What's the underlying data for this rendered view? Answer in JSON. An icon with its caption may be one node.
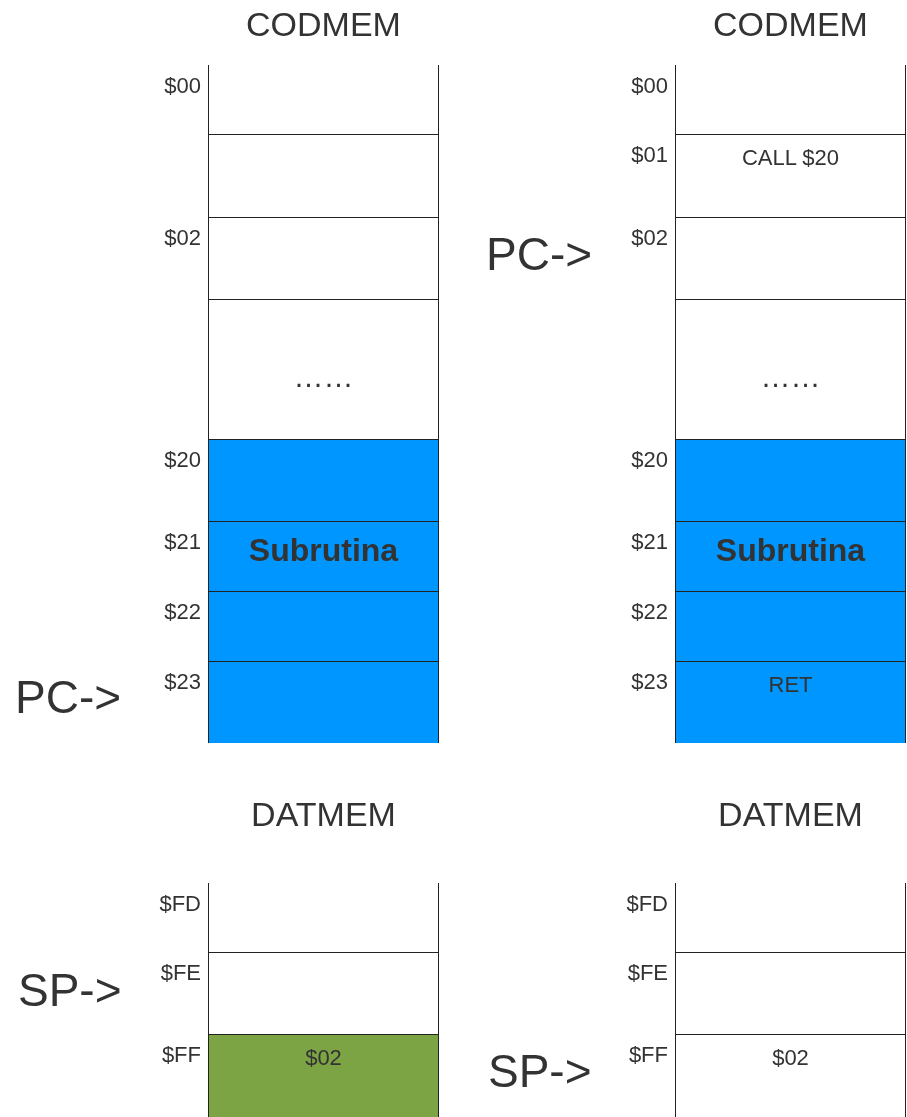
{
  "diagram": {
    "nodes": [
      {
        "text": [
          "CODMEM"
        ]
      },
      {
        "text": [],
        "shape": "box",
        "in": 0,
        "beside": [
          "$00"
        ]
      },
      {
        "text": [],
        "shape": "box",
        "in": 0
      },
      {
        "text": [],
        "shape": "box",
        "in": 0,
        "beside": [
          "$02"
        ]
      },
      {
        "text": [
          "……"
        ],
        "in": 0
      },
      {
        "text": [],
        "shape": "box",
        "in": 0,
        "beside": [
          "$20"
        ]
      },
      {
        "text": [
          "Subrutina"
        ],
        "in": 0,
        "beside": [
          "$21"
        ]
      },
      {
        "text": [],
        "shape": "box",
        "in": 0,
        "beside": [
          "$22"
        ]
      },
      {
        "text": [],
        "shape": "box",
        "in": 0,
        "beside": [
          "$23"
        ]
      },
      {
        "text": [
          "CODMEM"
        ]
      },
      {
        "text": [],
        "shape": "box",
        "in": 9,
        "beside": [
          "$00"
        ]
      },
      {
        "text": [
          "CALL  $20"
        ],
        "in": 9,
        "beside": [
          "$01"
        ]
      },
      {
        "text": [],
        "shape": "box",
        "in": 9,
        "beside": [
          "$02"
        ]
      },
      {
        "text": [
          "……"
        ],
        "in": 9
      },
      {
        "text": [],
        "shape": "box",
        "in": 9,
        "beside": [
          "$20"
        ]
      },
      {
        "text": [
          "Subrutina"
        ],
        "in": 9,
        "beside": [
          "$21"
        ]
      },
      {
        "text": [],
        "shape": "box",
        "in": 9,
        "beside": [
          "$22"
        ]
      },
      {
        "text": [
          "RET"
        ],
        "in": 9,
        "beside": [
          "$23"
        ]
      },
      {
        "text": [
          "DATMEM"
        ]
      },
      {
        "text": [],
        "shape": "box",
        "in": 18,
        "beside": [
          "$FD"
        ]
      },
      {
        "text": [],
        "shape": "box",
        "in": 18,
        "beside": [
          "$FE"
        ]
      },
      {
        "text": [
          "$02"
        ],
        "in": 18,
        "beside": [
          "$FF"
        ]
      },
      {
        "text": [
          "DATMEM"
        ]
      },
      {
        "text": [],
        "shape": "box",
        "in": 22,
        "beside": [
          "$FD"
        ]
      },
      {
        "text": [],
        "shape": "box",
        "in": 22,
        "beside": [
          "$FE"
        ]
      },
      {
        "text": [
          "$02"
        ],
        "in": 22,
        "beside": [
          "$FF"
        ]
      }
    ],
    "edges": [],
    "labels": [
      "PC->",
      "PC->",
      "SP->",
      "SP->"
    ]
  }
}
